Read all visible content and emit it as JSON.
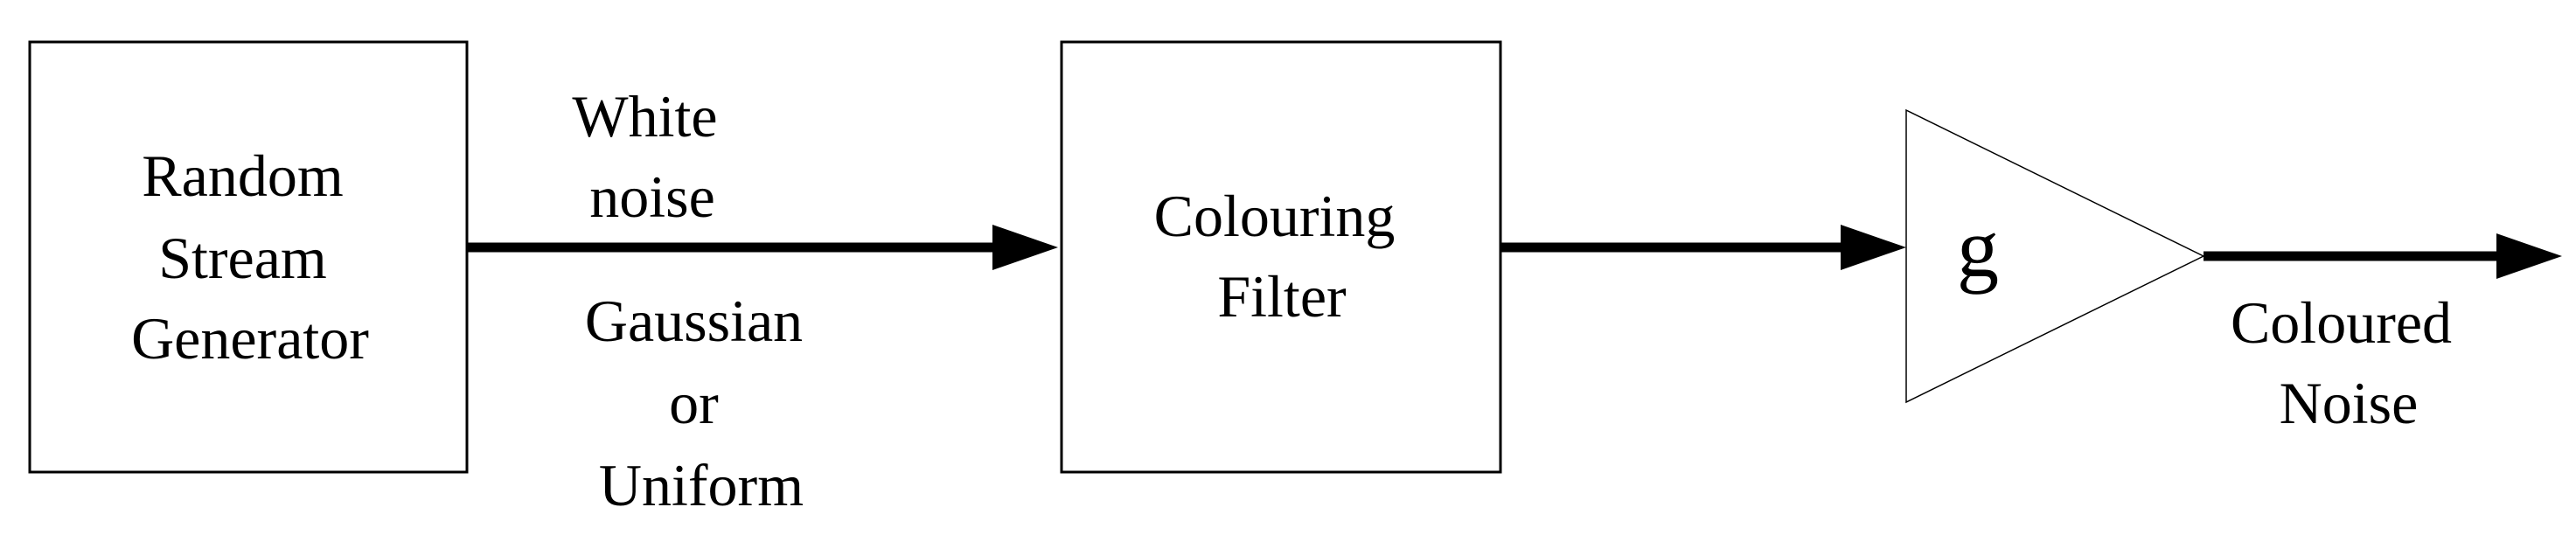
{
  "blocks": {
    "generator": {
      "lines": [
        "Random",
        "Stream",
        "Generator"
      ]
    },
    "filter": {
      "lines": [
        "Colouring",
        "Filter"
      ]
    },
    "amplifier": {
      "label": "g"
    }
  },
  "signals": {
    "white_noise": {
      "lines": [
        "White",
        "noise"
      ]
    },
    "distribution": {
      "lines": [
        "Gaussian",
        "or",
        "Uniform"
      ]
    },
    "output": {
      "lines": [
        "Coloured",
        "Noise"
      ]
    }
  }
}
